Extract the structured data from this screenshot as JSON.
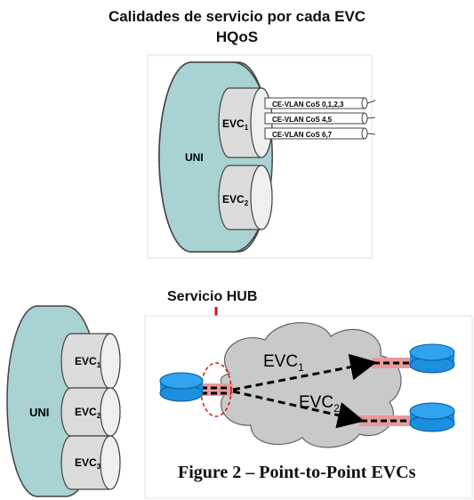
{
  "title_line1": "Calidades de servicio por cada EVC",
  "title_line2": "HQoS",
  "hub_label": "Servicio HUB",
  "caption": "Figure 2 – Point-to-Point EVCs",
  "top_diagram": {
    "uni": "UNI",
    "evc1": "EVC",
    "evc1_sub": "1",
    "evc2": "EVC",
    "evc2_sub": "2",
    "cos_rows": [
      "CE-VLAN CoS 0,1,2,3",
      "CE-VLAN CoS 4,5",
      "CE-VLAN CoS 6,7"
    ]
  },
  "left_diagram": {
    "uni": "UNI",
    "evc1": "EVC",
    "evc1_sub": "1",
    "evc2": "EVC",
    "evc2_sub": "2",
    "evc3": "EVC",
    "evc3_sub": "3"
  },
  "cloud": {
    "evc1": "EVC",
    "evc1_sub": "1",
    "evc2": "EVC",
    "evc2_sub": "2"
  },
  "colors": {
    "uni_fill": "#a9d3d3",
    "cloud_fill": "#c9c9c9",
    "node_fill": "#1c8fe0",
    "link_fill": "#e89a9a",
    "arrow": "#e01010"
  }
}
